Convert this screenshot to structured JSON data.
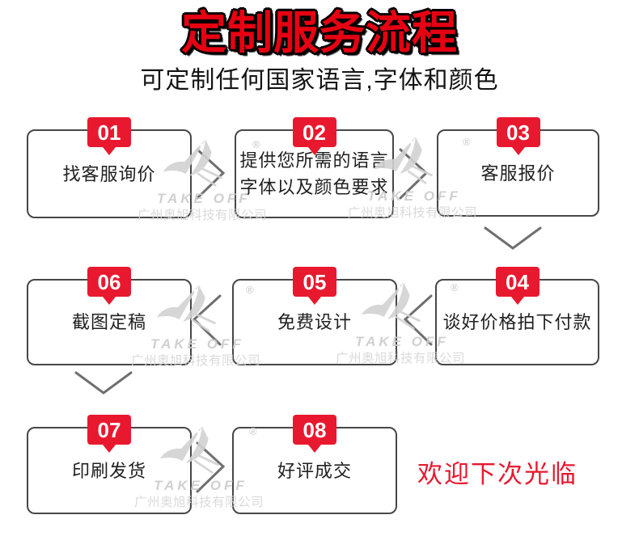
{
  "header": {
    "title": "定制服务流程",
    "subtitle": "可定制任何国家语言,字体和颜色"
  },
  "steps": [
    {
      "number": "01",
      "label": "找客服询价"
    },
    {
      "number": "02",
      "label": "提供您所需的语言\n字体以及颜色要求"
    },
    {
      "number": "03",
      "label": "客服报价"
    },
    {
      "number": "04",
      "label": "谈好价格拍下付款"
    },
    {
      "number": "05",
      "label": "免费设计"
    },
    {
      "number": "06",
      "label": "截图定稿"
    },
    {
      "number": "07",
      "label": "印刷发货"
    },
    {
      "number": "08",
      "label": "好评成交"
    }
  ],
  "footer": {
    "welcome_note": "欢迎下次光临"
  },
  "watermark": {
    "brand": "TAKE OFF",
    "company": "广州奥旭科技有限公司",
    "registered_mark": "®"
  },
  "colors": {
    "accent_red": "#e8192f",
    "title_red": "#e60012",
    "box_border": "#474747",
    "arrow_gray": "#6f6f6f",
    "watermark_gray": "#d2d2d2"
  }
}
